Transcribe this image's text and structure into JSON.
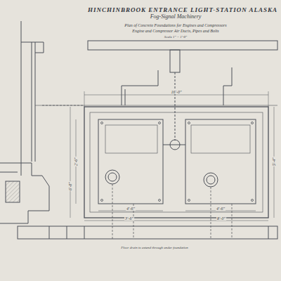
{
  "diagram": {
    "title": "HINCHINBROOK ENTRANCE LIGHT-STATION ALASKA",
    "labels": [
      "Fog-Signal Machinery",
      "Plan of Concrete Foundations for Engines and Compressors",
      "Engine and Compressor Air Ducts, Pipes and Bolts",
      "Scale 1\" = 1'-0\"",
      "16'-0\"",
      "4'-6\"",
      "4'-6\"",
      "3'-6\"",
      "8'-0\"",
      "2'-6\"",
      "6'-8\"",
      "5'-4\"",
      "Floor drain to extend through under foundation"
    ]
  }
}
